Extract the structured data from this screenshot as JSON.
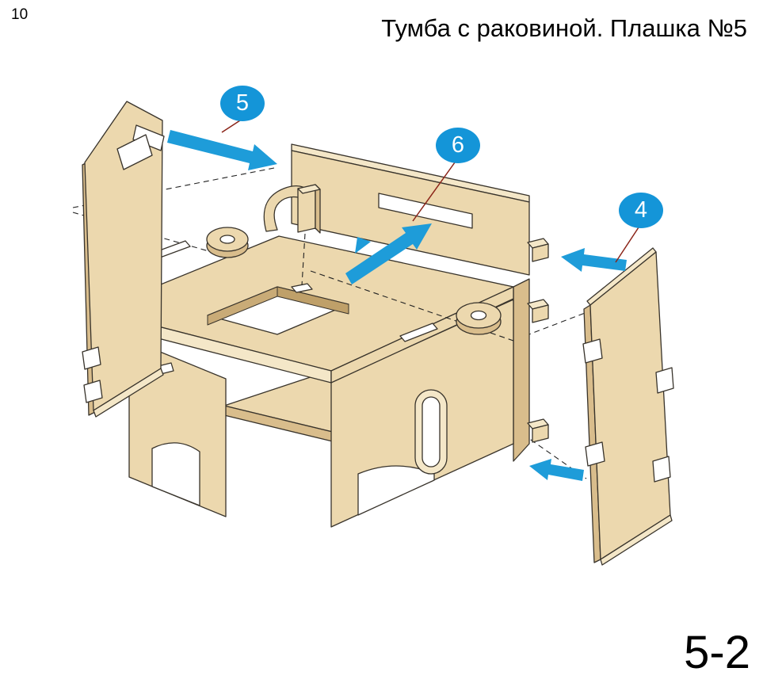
{
  "page": {
    "number": "10",
    "title": "Тумба с раковиной. Плашка №5",
    "step_label": "5-2"
  },
  "callouts": [
    {
      "label": "5"
    },
    {
      "label": "6"
    },
    {
      "label": "4"
    }
  ],
  "colors": {
    "callout_blue": "#1495d8",
    "arrow_blue": "#1e9cd9",
    "wood": "#ecd8ae",
    "wood_shadow": "#d9bd8c",
    "wood_light": "#f4e7c8",
    "outline": "#38332b",
    "leader_red": "#8b2418"
  }
}
